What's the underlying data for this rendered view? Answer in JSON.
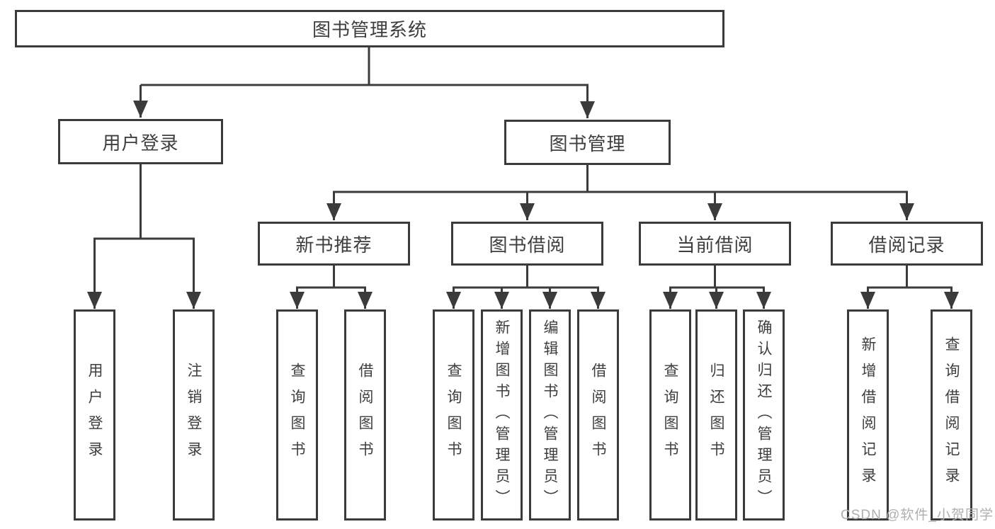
{
  "diagram": {
    "watermark": "CSDN @软件_小贺同学",
    "colors": {
      "line": "#3b3b3b",
      "node_border": "#3b3b3b",
      "node_background": "#ffffff",
      "text": "#3e3e3e",
      "watermark_text": "#b1aeac",
      "page_background": "#ffffff"
    },
    "root": {
      "label": "图书管理系统"
    },
    "branches": [
      {
        "label": "用户登录",
        "children": [
          {
            "label": "用户登录"
          },
          {
            "label": "注销登录"
          }
        ]
      },
      {
        "label": "图书管理",
        "children": [
          {
            "label": "新书推荐",
            "children": [
              {
                "label": "查询图书"
              },
              {
                "label": "借阅图书"
              }
            ]
          },
          {
            "label": "图书借阅",
            "children": [
              {
                "label": "查询图书"
              },
              {
                "label": "新增图书（管理员）"
              },
              {
                "label": "编辑图书（管理员）"
              },
              {
                "label": "借阅图书"
              }
            ]
          },
          {
            "label": "当前借阅",
            "children": [
              {
                "label": "查询图书"
              },
              {
                "label": "归还图书"
              },
              {
                "label": "确认归还（管理员）"
              }
            ]
          },
          {
            "label": "借阅记录",
            "children": [
              {
                "label": "新增借阅记录"
              },
              {
                "label": "查询借阅记录"
              }
            ]
          }
        ]
      }
    ]
  }
}
